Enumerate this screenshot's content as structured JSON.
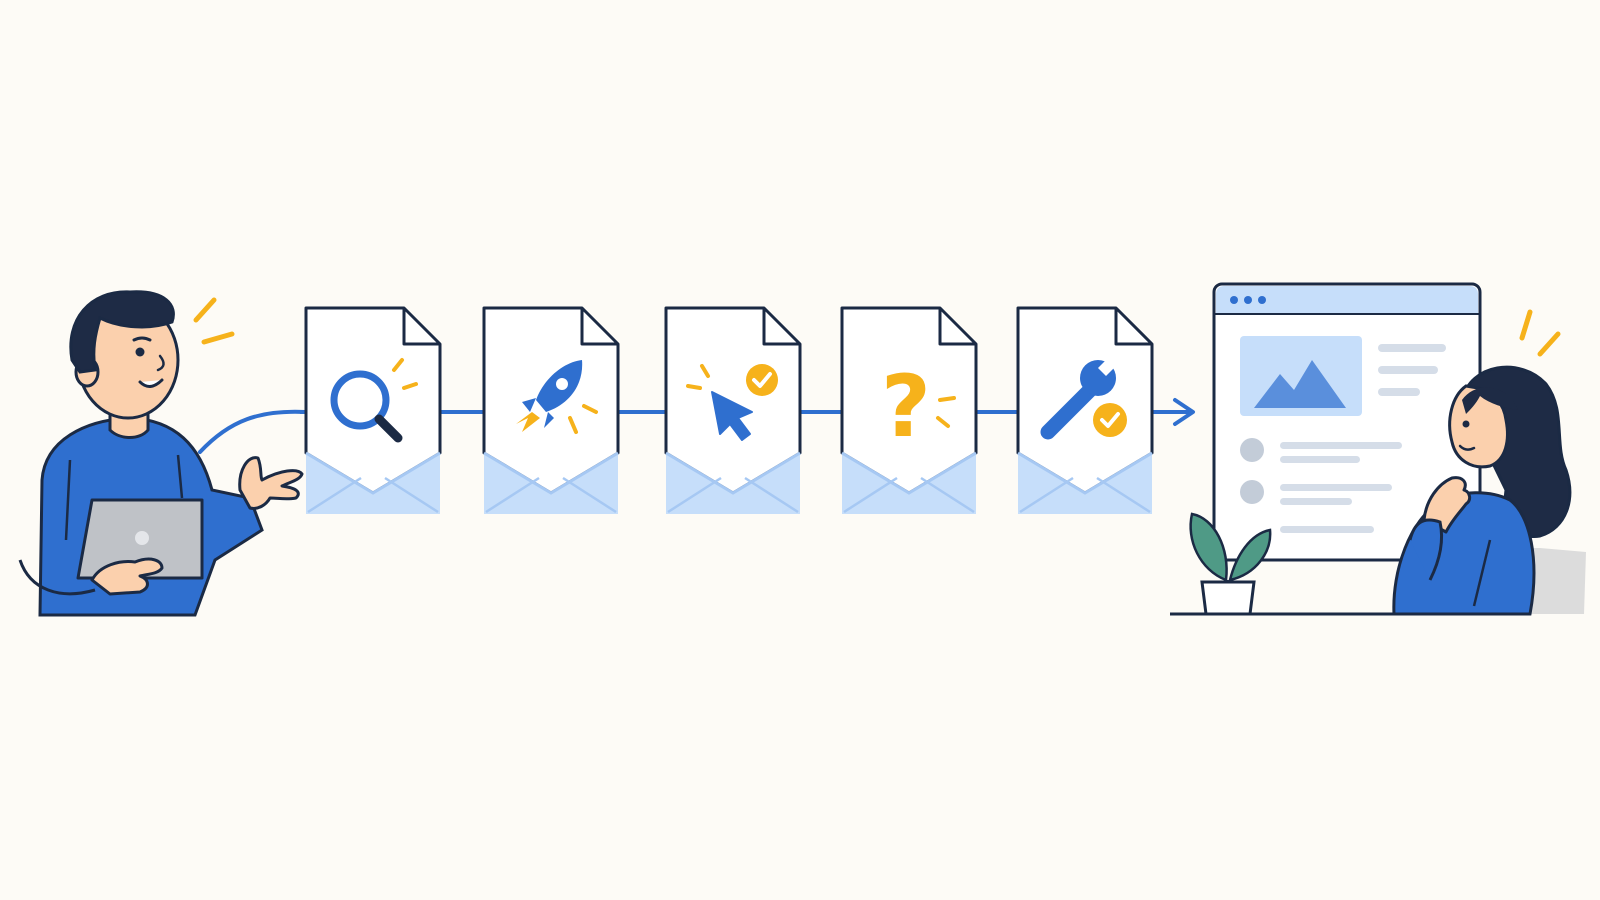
{
  "colors": {
    "background": "#fdfbf6",
    "primary_blue": "#2f6fcf",
    "light_blue": "#c6defa",
    "pale_blue": "#e3effc",
    "accent_yellow": "#f6b21b",
    "outline": "#1b2a44",
    "skin": "#fbd0ad",
    "hair": "#1e2b45",
    "laptop_gray": "#bfc2c7",
    "plant_green": "#4f9a86",
    "chair_gray": "#dcdcdc",
    "placeholder_gray": "#c3ccd8"
  },
  "steps": [
    {
      "icon": "magnifier-icon",
      "color": "#2f6fcf"
    },
    {
      "icon": "rocket-icon",
      "color": "#2f6fcf"
    },
    {
      "icon": "cursor-check-icon",
      "color": "#2f6fcf"
    },
    {
      "icon": "question-mark-icon",
      "color": "#f6b21b"
    },
    {
      "icon": "wrench-check-icon",
      "color": "#2f6fcf"
    }
  ],
  "question_glyph": "?",
  "figures": {
    "left": "man-with-laptop",
    "right": "woman-thinking"
  },
  "result": "web-page-window"
}
